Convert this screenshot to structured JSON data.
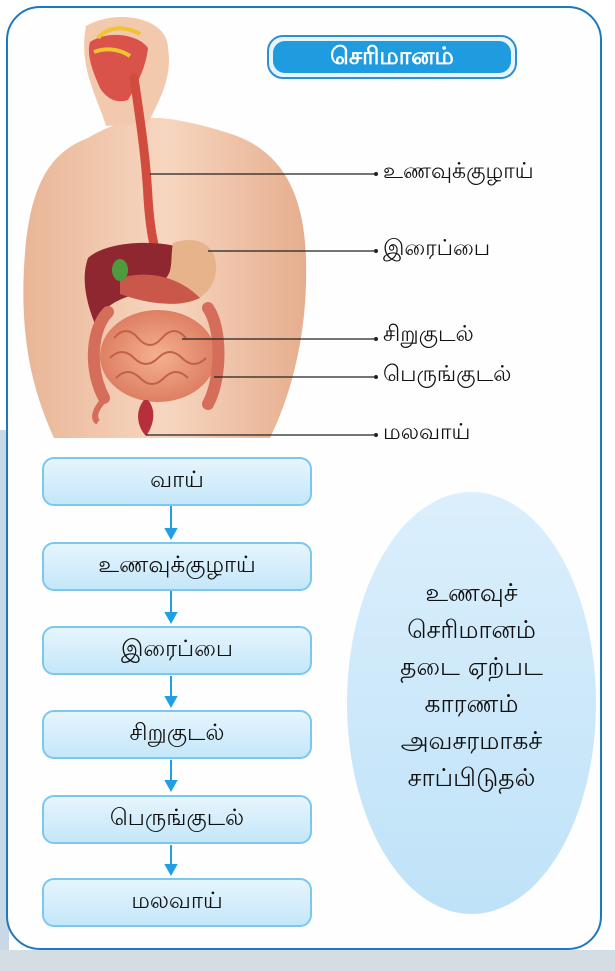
{
  "title": "செரிமானம்",
  "labels": {
    "esophagus": "உணவுக்குழாய்",
    "stomach": "இரைப்பை",
    "small_intestine": "சிறுகுடல்",
    "large_intestine": "பெருங்குடல்",
    "anus": "மலவாய்"
  },
  "flow": [
    "வாய்",
    "உணவுக்குழாய்",
    "இரைப்பை",
    "சிறுகுடல்",
    "பெருங்குடல்",
    "மலவாய்"
  ],
  "note_lines": [
    "உணவுச்",
    "செரிமானம்",
    "தடை ஏற்பட",
    "காரணம்",
    "அவசரமாகச்",
    "சாப்பிடுதல்"
  ],
  "colors": {
    "border": "#1f78bd",
    "title_fill": "#1f9be0",
    "arrow": "#1fa0e6",
    "oval": "#c9e8fb"
  }
}
